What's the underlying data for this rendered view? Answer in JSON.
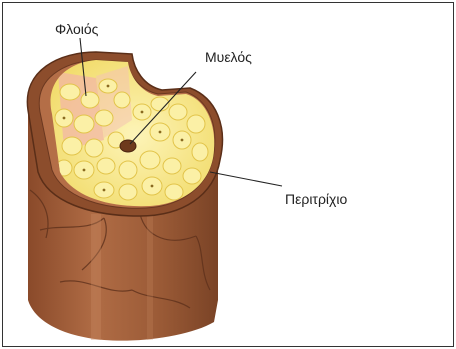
{
  "labels": {
    "cortex": "Φλοιός",
    "pith": "Μυελός",
    "periderm": "Περιτρίχιο"
  },
  "colors": {
    "bark_dark": "#7a4326",
    "bark_mid": "#a0603e",
    "bark_light": "#c4825a",
    "cells": "#f3e27a",
    "cells_fill": "#fbf0a6",
    "pink_band": "#f2b3a6",
    "pith_core": "#6e3a1c",
    "leader": "#222222"
  }
}
